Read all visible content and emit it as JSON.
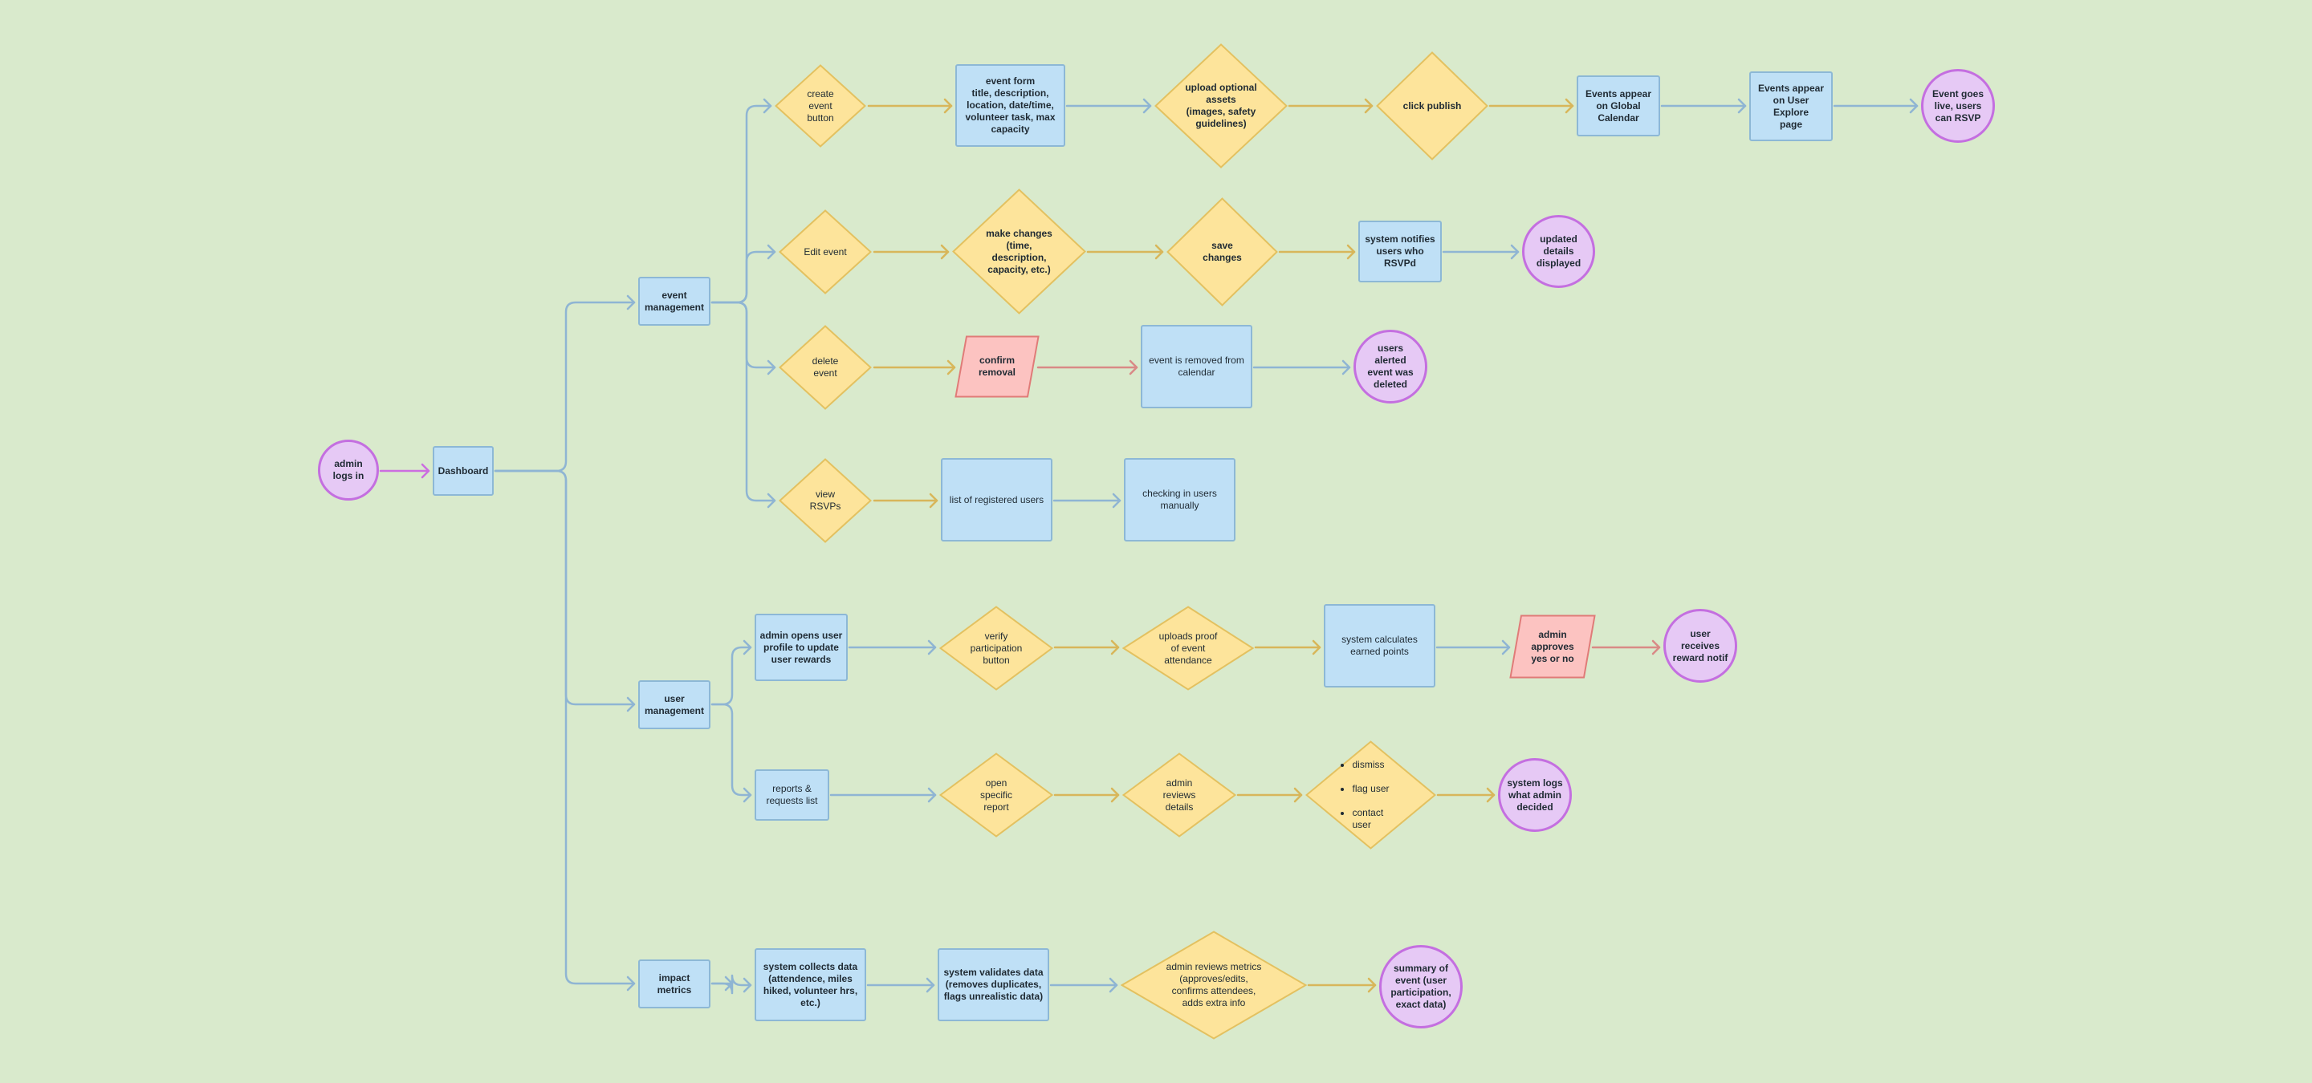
{
  "colors": {
    "background": "#d9eacc",
    "process_fill": "#bfe0f6",
    "process_border": "#8db8d6",
    "decision_fill": "#fde49b",
    "decision_border": "#e3c160",
    "terminal_fill": "#e6c9f5",
    "terminal_border": "#c46fe0",
    "alert_fill": "#fcc3c1",
    "alert_border": "#e07b78",
    "edge_blue": "#8fb5d3",
    "edge_gold": "#d8b65a",
    "edge_red": "#d98a86",
    "edge_purple": "#cc6ee0"
  },
  "nodes": {
    "admin_logs_in": "admin\nlogs in",
    "dashboard": "Dashboard",
    "event_management": "event\nmanagement",
    "user_management": "user\nmanagement",
    "impact_metrics": "impact metrics",
    "create_event_button": "create\nevent\nbutton",
    "event_form": "event form\ntitle, description,\nlocation, date/time,\nvolunteer task, max\ncapacity",
    "upload_assets": "upload optional\nassets\n(images, safety\nguidelines)",
    "click_publish": "click publish",
    "events_global_calendar": "Events appear\non Global\nCalendar",
    "events_user_explore": "Events appear\non User Explore\npage",
    "event_goes_live": "Event goes\nlive, users\ncan RSVP",
    "edit_event": "Edit event",
    "make_changes": "make changes\n(time,\ndescription,\ncapacity, etc.)",
    "save_changes": "save\nchanges",
    "system_notifies": "system notifies\nusers who\nRSVPd",
    "updated_details": "updated\ndetails\ndisplayed",
    "delete_event": "delete\nevent",
    "confirm_removal": "confirm\nremoval",
    "event_removed": "event is removed from\ncalendar",
    "users_alerted": "users\nalerted\nevent was\ndeleted",
    "view_rsvps": "view\nRSVPs",
    "registered_users": "list of registered users",
    "checking_in": "checking in users\nmanually",
    "admin_opens_profile": "admin opens user\nprofile to update\nuser rewards",
    "verify_participation": "verify\nparticipation\nbutton",
    "uploads_proof": "uploads proof\nof event\nattendance",
    "calculates_points": "system calculates\nearned points",
    "admin_approves": "admin\napproves\nyes or no",
    "user_receives_notif": "user\nreceives\nreward notif",
    "reports_list": "reports &\nrequests list",
    "open_report": "open\nspecific\nreport",
    "admin_reviews_details": "admin\nreviews\ndetails",
    "report_actions": [
      "dismiss",
      "flag user",
      "contact\nuser"
    ],
    "system_logs": "system logs\nwhat admin\ndecided",
    "collects_data": "system collects data\n(attendence, miles\nhiked, volunteer hrs,\netc.)",
    "validates_data": "system validates data\n(removes duplicates,\nflags unrealistic data)",
    "reviews_metrics": "admin reviews metrics\n(approves/edits,\nconfirms attendees,\nadds extra info",
    "summary": "summary of\nevent (user\nparticipation,\nexact data)"
  }
}
